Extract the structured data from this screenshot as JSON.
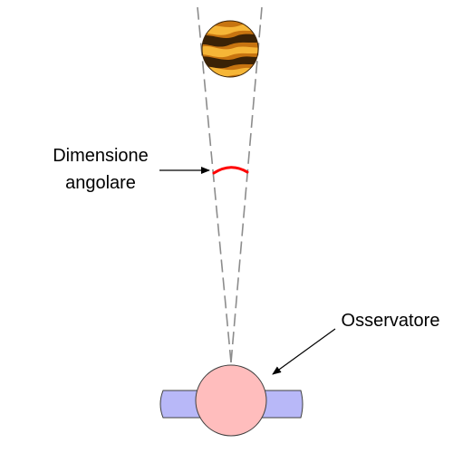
{
  "labels": {
    "angular_size_line1": "Dimensione",
    "angular_size_line2": "angolare",
    "observer": "Osservatore"
  },
  "colors": {
    "planet_dark": "#3a2206",
    "planet_mid": "#c77410",
    "planet_light": "#f6b637",
    "sight_lines": "#8c8c8c",
    "angle_arc": "#ff0000",
    "head_fill": "#ffbdbd",
    "shoulders_fill": "#b8b8f8",
    "outline": "#404040",
    "arrows": "#000000"
  },
  "icons": {
    "planet": "jupiter-like-planet",
    "observer": "person-top-view"
  }
}
